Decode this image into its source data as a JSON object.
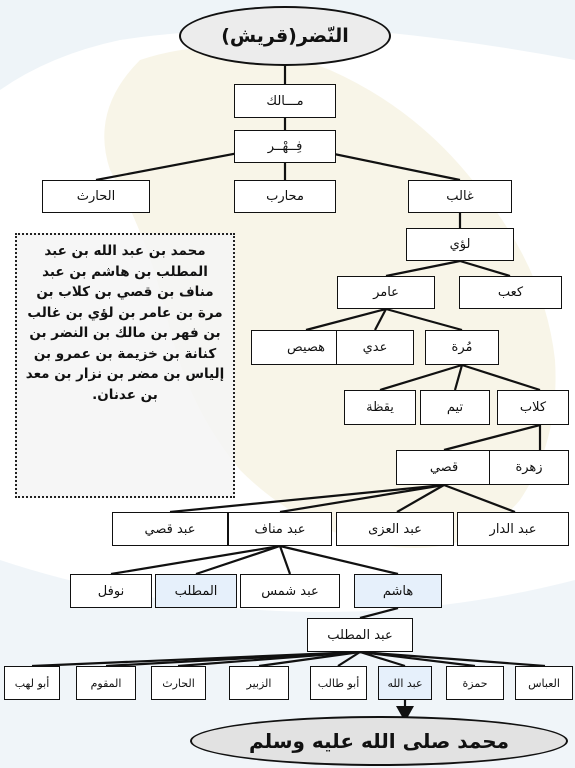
{
  "top": "النّضر(قريش)",
  "bottom": "محمد صلى الله عليه وسلم",
  "lineage": "محمد بن عبد الله بن عبد المطلب بن هاشم بن عبد مناف بن قصي بن كلاب بن مرة بن عامر بن لؤي بن غالب بن فهر بن مالك بن النضر بن كنانة بن خزيمة بن عمرو بن إلياس بن مضر بن نزار بن معد بن عدنان.",
  "nodes": {
    "malik": "مـــالك",
    "fihr": "فِــهْــر",
    "harith1": "الحارث",
    "muharib": "محارب",
    "ghalib": "غالب",
    "luayy": "لؤي",
    "amir": "عامر",
    "kaab": "كعب",
    "husays": "هصيص",
    "adi": "عدي",
    "murra": "مُرة",
    "yaqaza": "يقظة",
    "taym": "تيم",
    "kilab": "كلاب",
    "qusayy": "قصي",
    "zuhra": "زهرة",
    "abd_qusayy": "عبد قصي",
    "abd_manaf": "عبد مناف",
    "abd_uzza": "عبد العزى",
    "abd_dar": "عبد الدار",
    "nawfal": "نوفل",
    "muttalib": "المطلب",
    "abd_shams": "عبد شمس",
    "hashim": "هاشم",
    "abd_muttalib": "عبد المطلب",
    "abu_lahab": "أبو لهب",
    "muqawwim": "المقوم",
    "harith2": "الحارث",
    "zubayr": "الزبير",
    "abu_talib": "أبو طالب",
    "abdullah": "عبد الله",
    "hamza": "حمزة",
    "abbas": "العباس"
  }
}
